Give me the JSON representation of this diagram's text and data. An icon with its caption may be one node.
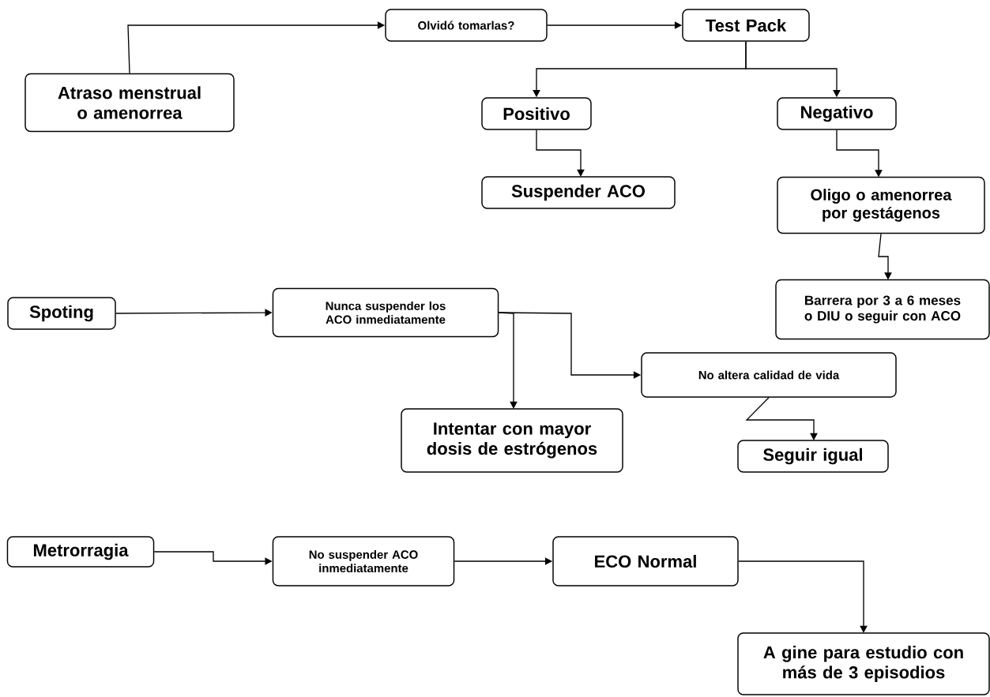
{
  "diagram": {
    "nodes": [
      {
        "text": [
          "Atraso menstrual o amenorrea"
        ]
      },
      {
        "text": [
          "Olvidó tomarlas?"
        ]
      },
      {
        "text": [
          "Test Pack"
        ]
      },
      {
        "text": [
          "Positivo"
        ]
      },
      {
        "text": [
          "Negativo"
        ]
      },
      {
        "text": [
          "Suspender ACO"
        ]
      },
      {
        "text": [
          "Oligo o amenorrea por gestágenos"
        ]
      },
      {
        "text": [
          "Barrera por 3 a 6 meses o DIU o seguir con ACO"
        ]
      },
      {
        "text": [
          "Spoting"
        ]
      },
      {
        "text": [
          "Nunca suspender los ACO inmediatamente"
        ]
      },
      {
        "text": [
          "No altera calidad de vida"
        ]
      },
      {
        "text": [
          "Intentar con mayor dosis de estrógenos"
        ]
      },
      {
        "text": [
          "Seguir igual"
        ]
      },
      {
        "text": [
          "Metrorragia"
        ]
      },
      {
        "text": [
          "No suspender ACO inmediatamente"
        ]
      },
      {
        "text": [
          "ECO Normal"
        ]
      },
      {
        "text": [
          "A gine para estudio con más de 3 episodios"
        ]
      }
    ],
    "edges": [
      {
        "from": 0,
        "to": 1,
        "arrow": "to"
      },
      {
        "from": 1,
        "to": 2,
        "arrow": "to"
      },
      {
        "from": 2,
        "to": 3,
        "arrow": "to"
      },
      {
        "from": 2,
        "to": 4,
        "arrow": "to"
      },
      {
        "from": 3,
        "to": 5,
        "arrow": "to"
      },
      {
        "from": 4,
        "to": 6,
        "arrow": "to"
      },
      {
        "from": 6,
        "to": 7,
        "arrow": "to"
      },
      {
        "from": 8,
        "to": 9,
        "arrow": "to"
      },
      {
        "from": 9,
        "to": 11,
        "arrow": "to"
      },
      {
        "from": 9,
        "to": 10,
        "arrow": "to"
      },
      {
        "from": 10,
        "to": 12,
        "arrow": "to"
      },
      {
        "from": 13,
        "to": 14,
        "arrow": "to"
      },
      {
        "from": 14,
        "to": 15,
        "arrow": "to"
      },
      {
        "from": 15,
        "to": 16,
        "arrow": "to"
      }
    ]
  }
}
